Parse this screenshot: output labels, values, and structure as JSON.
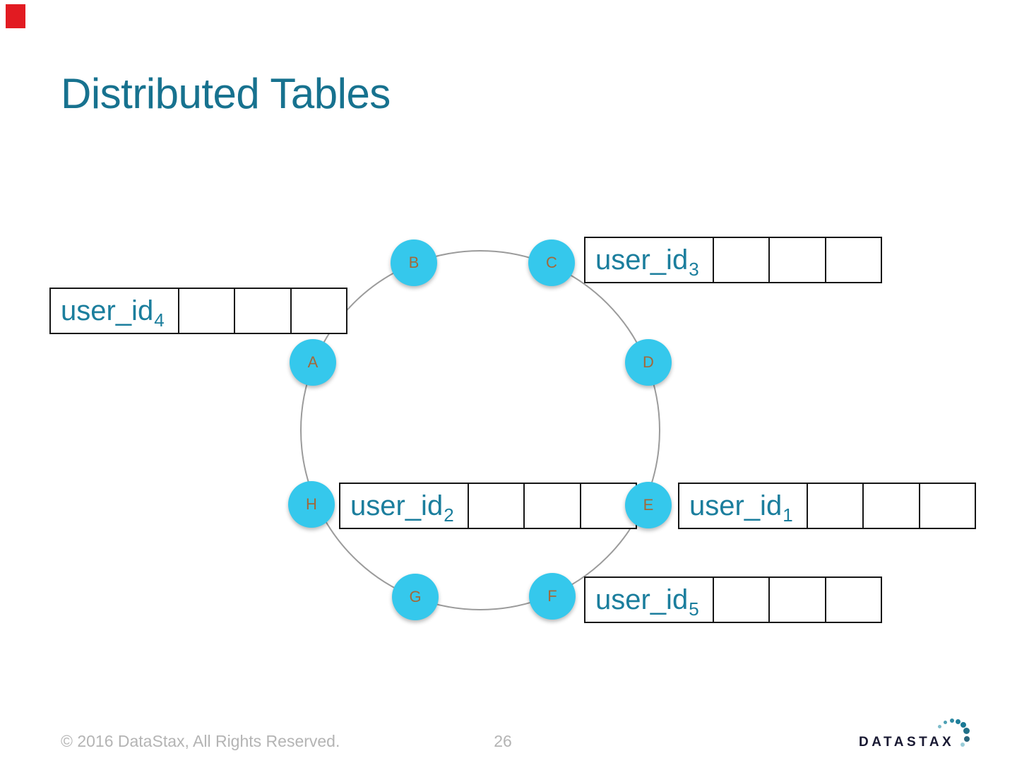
{
  "slide": {
    "title": "Distributed Tables",
    "footer": {
      "copyright": "© 2016 DataStax, All Rights Reserved.",
      "page_number": "26"
    },
    "logo_text": "DATASTAX"
  },
  "colors": {
    "title_teal": "#17728f",
    "table_label_teal": "#1b7e9d",
    "node_fill_cyan": "#35c8ec",
    "node_letter_brown": "#a2693a",
    "ring_stroke_gray": "#9b9b9b",
    "table_border_black": "#161616",
    "corner_tab_red": "#e21b22",
    "footer_gray": "#b4b4b4",
    "logo_dark_navy": "#191932",
    "logo_dot_teal": "#2e8aa3"
  },
  "ring": {
    "nodes": [
      {
        "label": "A"
      },
      {
        "label": "B"
      },
      {
        "label": "C"
      },
      {
        "label": "D"
      },
      {
        "label": "E"
      },
      {
        "label": "F"
      },
      {
        "label": "G"
      },
      {
        "label": "H"
      }
    ]
  },
  "tables": [
    {
      "label": "user_id",
      "subscript": "3",
      "empty_cells": 3
    },
    {
      "label": "user_id",
      "subscript": "4",
      "empty_cells": 3
    },
    {
      "label": "user_id",
      "subscript": "2",
      "empty_cells": 3
    },
    {
      "label": "user_id",
      "subscript": "1",
      "empty_cells": 3
    },
    {
      "label": "user_id",
      "subscript": "5",
      "empty_cells": 3
    }
  ]
}
